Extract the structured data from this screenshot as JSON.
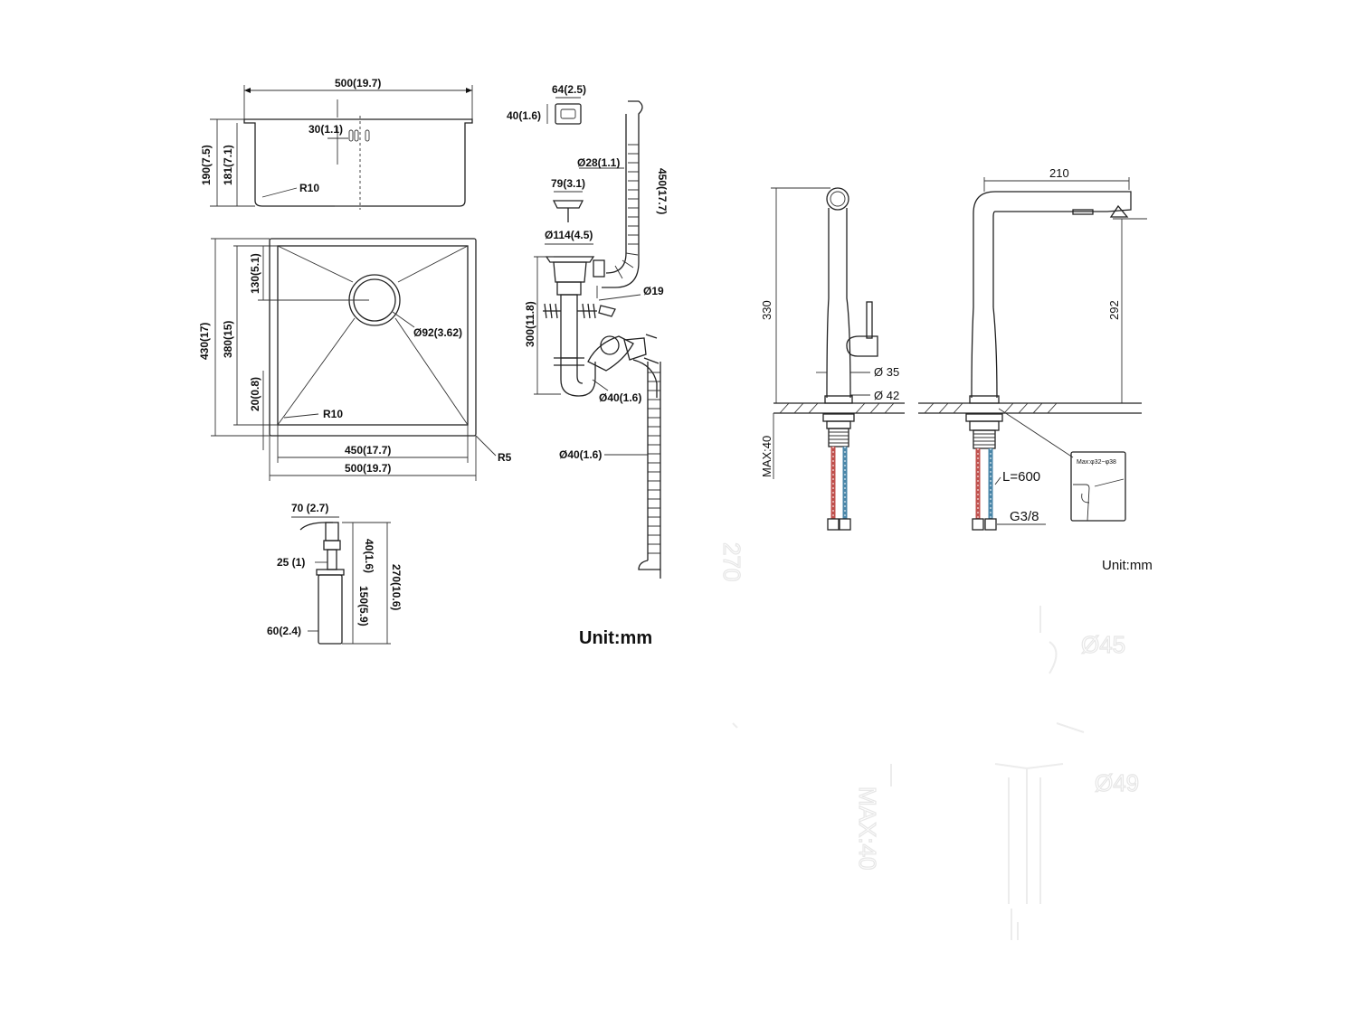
{
  "sink_side": {
    "width": "500(19.7)",
    "flange": "30(1.1)",
    "height_total": "190(7.5)",
    "height_inner": "181(7.1)",
    "radius": "R10"
  },
  "sink_top": {
    "drain_offset": "130(5.1)",
    "depth_total": "430(17)",
    "depth_inner": "380(15)",
    "rim": "20(0.8)",
    "drain_dia": "Ø92(3.62)",
    "radius": "R10",
    "width_inner": "450(17.7)",
    "width_total": "500(19.7)",
    "corner": "R5"
  },
  "dispenser": {
    "spout": "70  (2.7)",
    "neck": "25  (1)",
    "pump": "40(1.6)",
    "height": "270(10.6)",
    "bottle": "150(5.9)",
    "dia": "60(2.4)"
  },
  "drain_kit": {
    "overflow_w": "64(2.5)",
    "overflow_h": "40(1.6)",
    "hose_dia": "Ø28(1.1)",
    "hose_len": "450(17.7)",
    "strainer": "79(3.1)",
    "basket": "Ø114(4.5)",
    "branch": "Ø19",
    "height": "300(11.8)",
    "pipe_dia": "Ø40(1.6)",
    "outlet_dia": "Ø40(1.6)",
    "unit": "Unit:mm"
  },
  "faucet": {
    "height": "330",
    "body_dia": "Ø 35",
    "base_dia": "Ø 42",
    "deck": "MAX:40",
    "reach": "210",
    "spout_height": "292",
    "hole": "Max:φ32~φ38",
    "hose_len": "L=600",
    "thread": "G3/8",
    "unit": "Unit:mm"
  },
  "ghost": {
    "a": "270",
    "b": "Ø45",
    "c": "Ø49",
    "d": "MAX:40"
  },
  "colors": {
    "hot": "#c0504d",
    "cold": "#4a86a8",
    "line": "#222222"
  }
}
